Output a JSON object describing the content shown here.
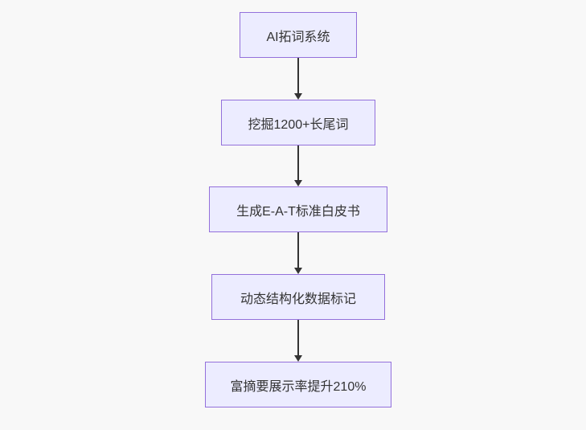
{
  "diagram": {
    "type": "flowchart",
    "direction": "top-down",
    "colors": {
      "background": "#f8f8f8",
      "node_fill": "#ECECFF",
      "node_border": "#9370DB",
      "node_text": "#333333",
      "arrow": "#333333"
    },
    "nodes": [
      {
        "id": "A",
        "label": "AI拓词系统"
      },
      {
        "id": "B",
        "label": "挖掘1200+长尾词"
      },
      {
        "id": "C",
        "label": "生成E-A-T标准白皮书"
      },
      {
        "id": "D",
        "label": "动态结构化数据标记"
      },
      {
        "id": "E",
        "label": "富摘要展示率提升210%"
      }
    ],
    "edges": [
      {
        "from": "A",
        "to": "B"
      },
      {
        "from": "B",
        "to": "C"
      },
      {
        "from": "C",
        "to": "D"
      },
      {
        "from": "D",
        "to": "E"
      }
    ]
  }
}
